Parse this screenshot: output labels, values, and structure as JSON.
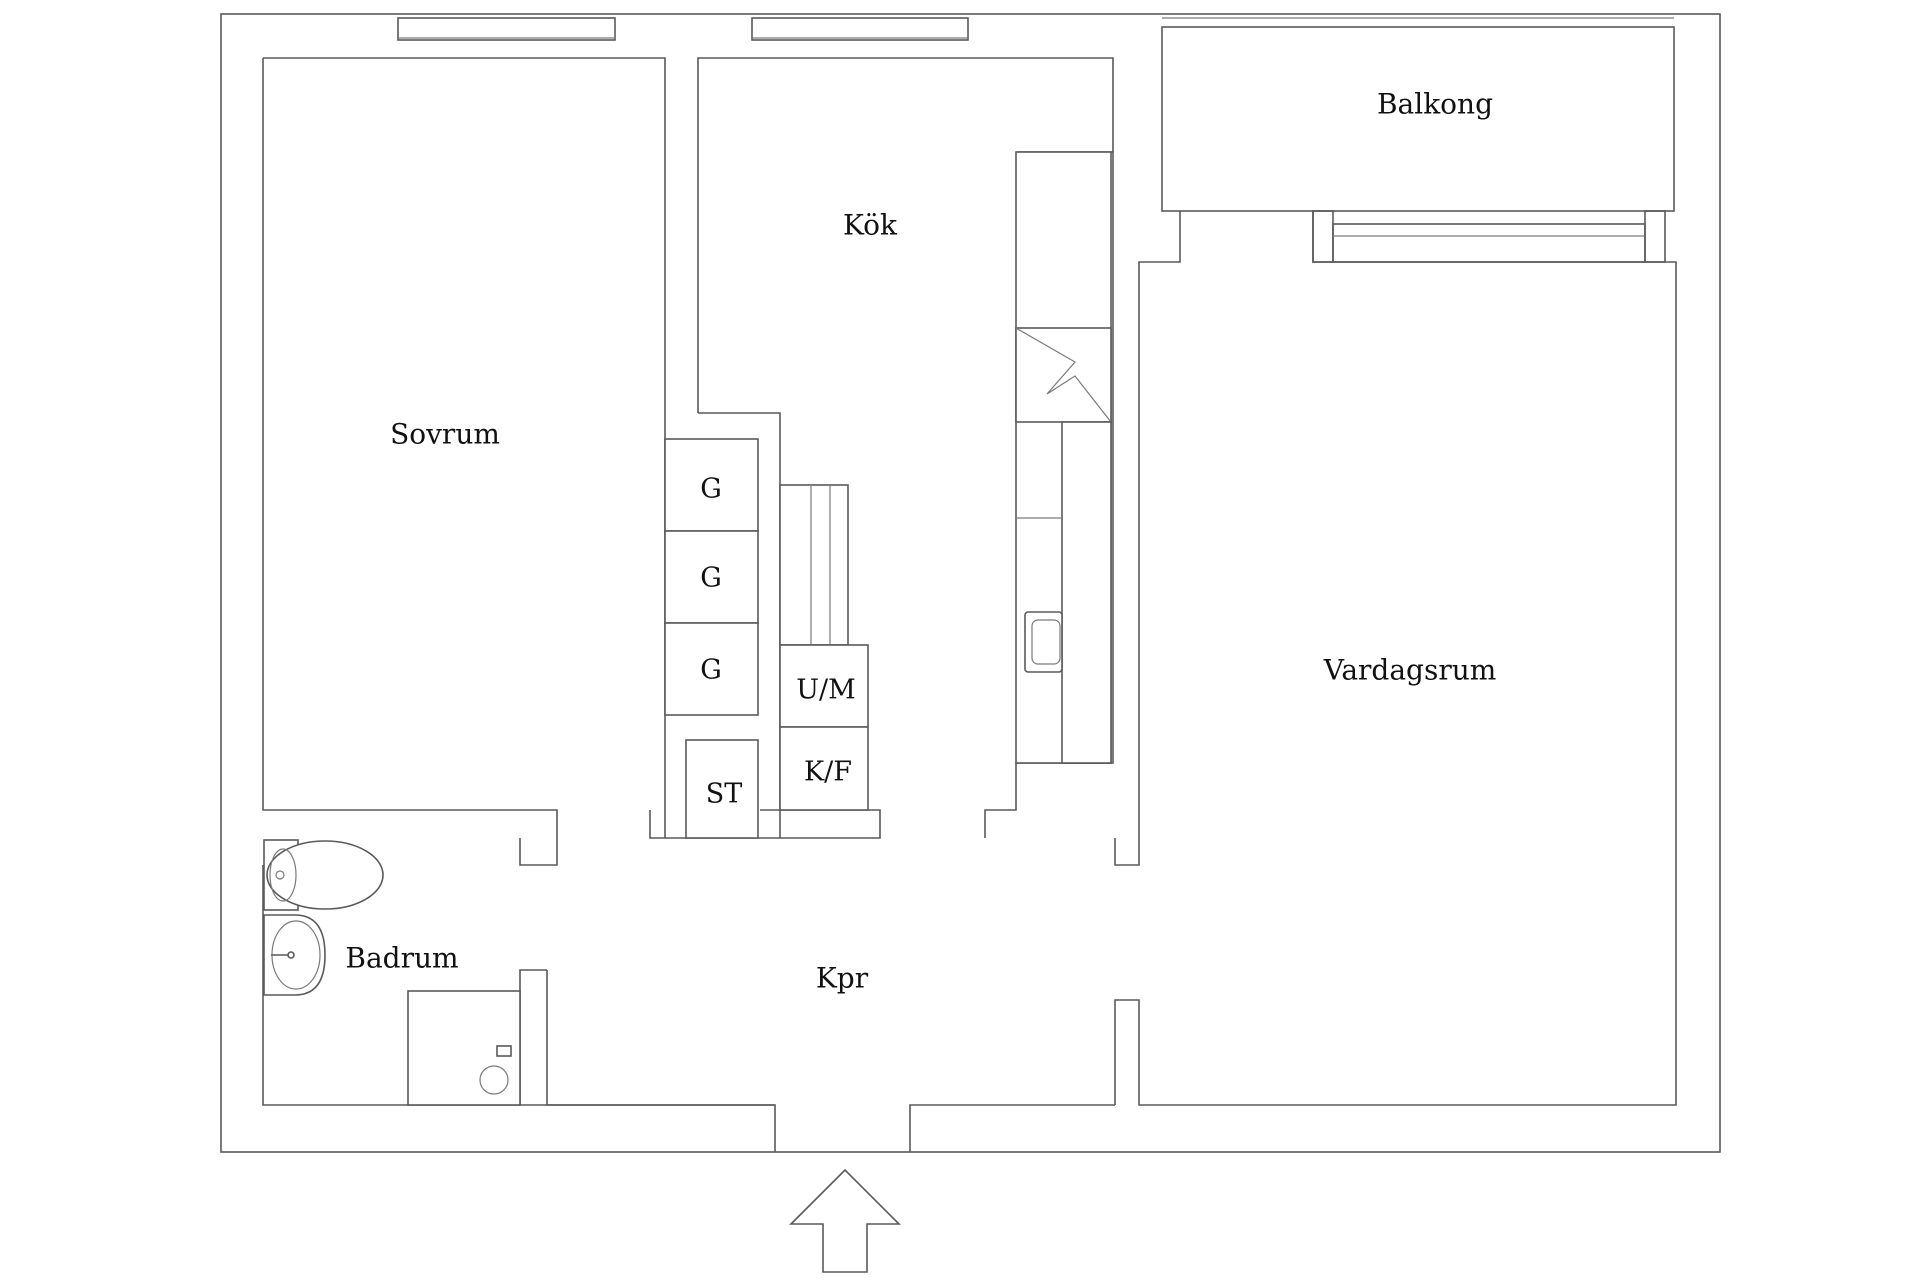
{
  "rooms": {
    "balkong": "Balkong",
    "kok": "Kök",
    "sovrum": "Sovrum",
    "vardagsrum": "Vardagsrum",
    "badrum": "Badrum",
    "kpr": "Kpr"
  },
  "fixtures": {
    "wardrobe_1": "G",
    "wardrobe_2": "G",
    "wardrobe_3": "G",
    "oven_micro": "U/M",
    "fridge_freezer": "K/F",
    "storage": "ST"
  },
  "icons": {
    "entrance": "entrance-arrow-icon",
    "stove": "stove-icon",
    "sink": "kitchen-sink-icon",
    "toilet": "toilet-icon",
    "washbasin": "washbasin-icon",
    "shower": "shower-icon"
  },
  "colors": {
    "wall_line": "#5a5a5a",
    "label_text": "#111111",
    "background": "#ffffff"
  }
}
